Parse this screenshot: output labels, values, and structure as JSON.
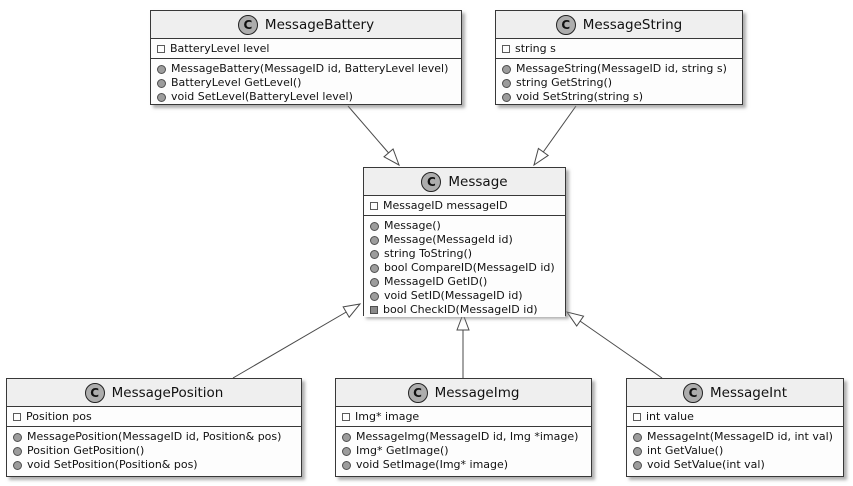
{
  "diagram": {
    "badge_letter": "C",
    "colors": {
      "border": "#383838",
      "title_bg": "#efefef",
      "body_bg": "#fdfdfd",
      "badge_bg": "#adadad",
      "arrow": "#4a4a4a",
      "background": "#ffffff"
    },
    "classes": [
      {
        "name": "MessageBattery",
        "fields": [
          {
            "icon": "field-square",
            "text": "BatteryLevel level"
          }
        ],
        "methods": [
          {
            "icon": "public-method-circle",
            "text": "MessageBattery(MessageID id, BatteryLevel level)"
          },
          {
            "icon": "public-method-circle",
            "text": "BatteryLevel GetLevel()"
          },
          {
            "icon": "public-method-circle",
            "text": "void SetLevel(BatteryLevel level)"
          }
        ]
      },
      {
        "name": "MessageString",
        "fields": [
          {
            "icon": "field-square",
            "text": "string s"
          }
        ],
        "methods": [
          {
            "icon": "public-method-circle",
            "text": "MessageString(MessageID id, string s)"
          },
          {
            "icon": "public-method-circle",
            "text": "string GetString()"
          },
          {
            "icon": "public-method-circle",
            "text": "void SetString(string s)"
          }
        ]
      },
      {
        "name": "Message",
        "fields": [
          {
            "icon": "field-square",
            "text": "MessageID messageID"
          }
        ],
        "methods": [
          {
            "icon": "public-method-circle",
            "text": "Message()"
          },
          {
            "icon": "public-method-circle",
            "text": "Message(MessageId id)"
          },
          {
            "icon": "public-method-circle",
            "text": "string ToString()"
          },
          {
            "icon": "public-method-circle",
            "text": "bool CompareID(MessageID id)"
          },
          {
            "icon": "public-method-circle",
            "text": "MessageID GetID()"
          },
          {
            "icon": "public-method-circle",
            "text": "void SetID(MessageID id)"
          },
          {
            "icon": "private-method-square",
            "text": "bool CheckID(MessageID id)"
          }
        ]
      },
      {
        "name": "MessagePosition",
        "fields": [
          {
            "icon": "field-square",
            "text": "Position pos"
          }
        ],
        "methods": [
          {
            "icon": "public-method-circle",
            "text": "MessagePosition(MessageID id, Position& pos)"
          },
          {
            "icon": "public-method-circle",
            "text": "Position GetPosition()"
          },
          {
            "icon": "public-method-circle",
            "text": "void SetPosition(Position& pos)"
          }
        ]
      },
      {
        "name": "MessageImg",
        "fields": [
          {
            "icon": "field-square",
            "text": "Img* image"
          }
        ],
        "methods": [
          {
            "icon": "public-method-circle",
            "text": "MessageImg(MessageID id, Img *image)"
          },
          {
            "icon": "public-method-circle",
            "text": "Img* GetImage()"
          },
          {
            "icon": "public-method-circle",
            "text": "void SetImage(Img* image)"
          }
        ]
      },
      {
        "name": "MessageInt",
        "fields": [
          {
            "icon": "field-square",
            "text": "int value"
          }
        ],
        "methods": [
          {
            "icon": "public-method-circle",
            "text": "MessageInt(MessageID id, int val)"
          },
          {
            "icon": "public-method-circle",
            "text": "int GetValue()"
          },
          {
            "icon": "public-method-circle",
            "text": "void SetValue(int val)"
          }
        ]
      }
    ],
    "relations": [
      {
        "from": "MessageBattery",
        "to": "Message",
        "type": "extends",
        "line": [
          348,
          106,
          399,
          165
        ]
      },
      {
        "from": "MessageString",
        "to": "Message",
        "type": "extends",
        "line": [
          576,
          106,
          534,
          165
        ]
      },
      {
        "from": "MessagePosition",
        "to": "Message",
        "type": "extends",
        "line": [
          233,
          378,
          360,
          304
        ]
      },
      {
        "from": "MessageImg",
        "to": "Message",
        "type": "extends",
        "line": [
          463,
          378,
          463,
          314
        ]
      },
      {
        "from": "MessageInt",
        "to": "Message",
        "type": "extends",
        "line": [
          662,
          378,
          567,
          312
        ]
      }
    ]
  }
}
